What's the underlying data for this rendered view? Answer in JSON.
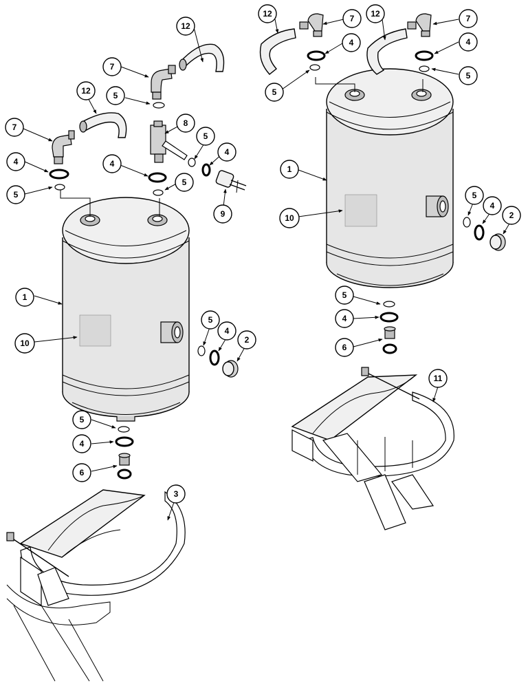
{
  "callouts": {
    "air_tank": "1",
    "plug": "2",
    "strap_left": "3",
    "o_ring_large": "4",
    "o_ring_small": "5",
    "drain_valve": "6",
    "elbow": "7",
    "tee": "8",
    "pressure_switch": "9",
    "decal": "10",
    "strap_right": "11",
    "hose": "12"
  }
}
